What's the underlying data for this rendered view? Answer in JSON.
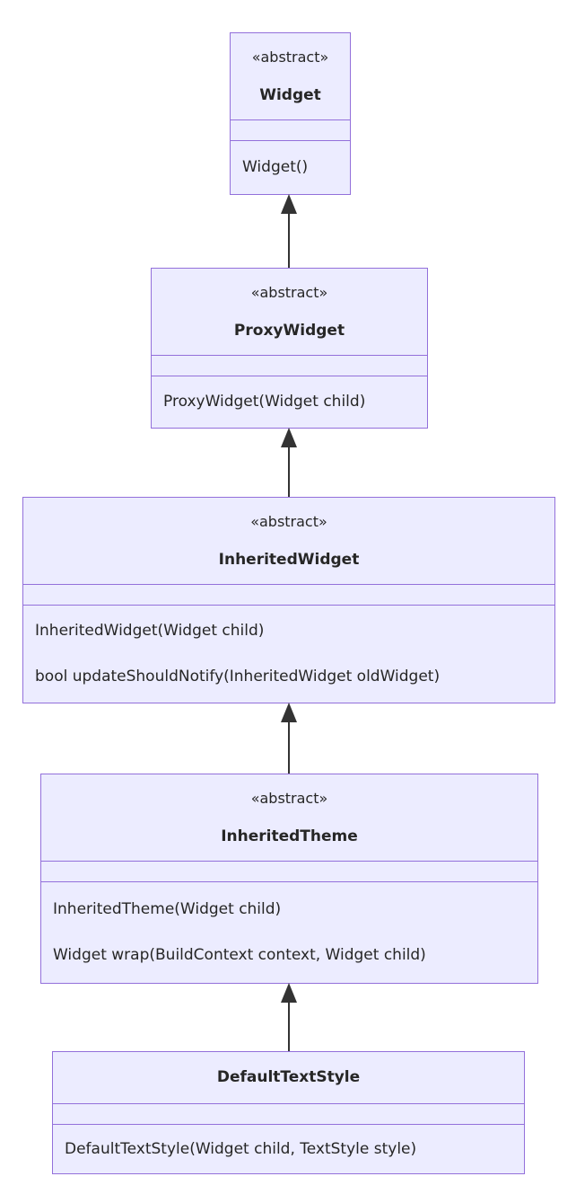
{
  "diagram": {
    "type": "uml-class-diagram",
    "colors": {
      "box_fill": "#ECECFF",
      "box_border": "#9370DB",
      "arrow": "#333333",
      "text": "#262626",
      "background": "#ffffff"
    },
    "classes": [
      {
        "annotation": "«abstract»",
        "name": "Widget",
        "attributes": [],
        "methods": [
          "Widget()"
        ]
      },
      {
        "annotation": "«abstract»",
        "name": "ProxyWidget",
        "attributes": [],
        "methods": [
          "ProxyWidget(Widget child)"
        ]
      },
      {
        "annotation": "«abstract»",
        "name": "InheritedWidget",
        "attributes": [],
        "methods": [
          "InheritedWidget(Widget child)",
          "bool updateShouldNotify(InheritedWidget oldWidget)"
        ]
      },
      {
        "annotation": "«abstract»",
        "name": "InheritedTheme",
        "attributes": [],
        "methods": [
          "InheritedTheme(Widget child)",
          "Widget wrap(BuildContext context, Widget child)"
        ]
      },
      {
        "annotation": "",
        "name": "DefaultTextStyle",
        "attributes": [],
        "methods": [
          "DefaultTextStyle(Widget child, TextStyle style)"
        ]
      }
    ],
    "relations": [
      {
        "from": "ProxyWidget",
        "to": "Widget",
        "type": "inheritance",
        "arrow": "filled-triangle-up"
      },
      {
        "from": "InheritedWidget",
        "to": "ProxyWidget",
        "type": "inheritance",
        "arrow": "filled-triangle-up"
      },
      {
        "from": "InheritedTheme",
        "to": "InheritedWidget",
        "type": "inheritance",
        "arrow": "filled-triangle-up"
      },
      {
        "from": "DefaultTextStyle",
        "to": "InheritedTheme",
        "type": "inheritance",
        "arrow": "filled-triangle-up"
      }
    ]
  }
}
